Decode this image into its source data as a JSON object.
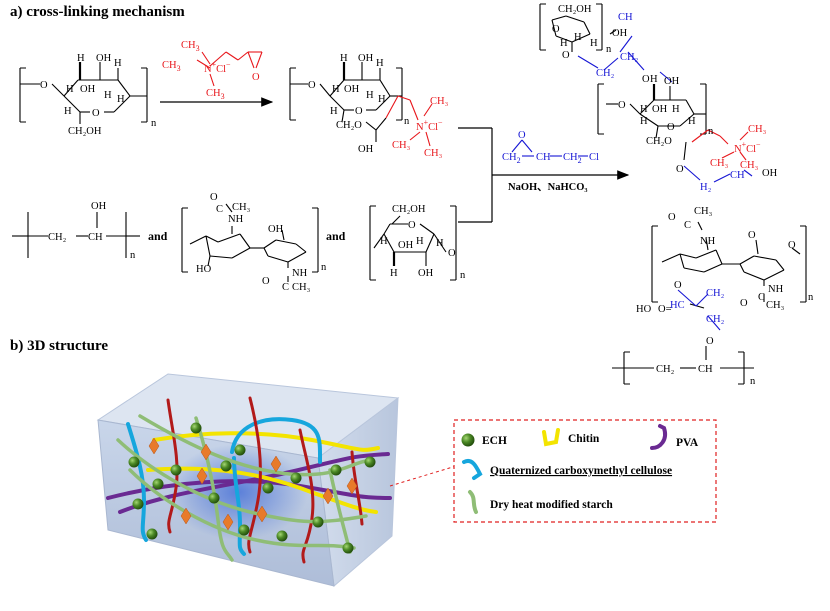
{
  "section_a": {
    "title": "a) cross-linking mechanism"
  },
  "section_b": {
    "title": "b) 3D structure"
  },
  "reagents": {
    "quat": {
      "ch3": "CH",
      "three": "3",
      "n": "N",
      "plus": "+",
      "cl": "Cl",
      "minus": "−",
      "o": "O"
    },
    "ech": {
      "ch2a": "CH",
      "two": "2",
      "ch": "CH",
      "ch2b": "CH",
      "cl": "Cl",
      "o": "O"
    },
    "conditions": "NaOH、NaHCO₃"
  },
  "labels": {
    "and": "and",
    "n": "n",
    "o": "O",
    "h": "H",
    "oh": "OH",
    "ch2oh": "CH₂OH",
    "ch2o": "CH₂O",
    "ho": "HO",
    "nh": "NH",
    "c": "C",
    "ch3": "CH₃",
    "ch2": "CH₂",
    "ch": "CH",
    "hc": "HC",
    "h2": "H₂",
    "o_dbl": "O="
  },
  "legend": {
    "ech": "ECH",
    "chitin": "Chitin",
    "pva": "PVA",
    "qcmc": "Quaternized carboxymethyl cellulose",
    "starch": "Dry heat modified starch"
  },
  "colors": {
    "red": "#e8161b",
    "blue": "#1515d4",
    "yellow": "#f3e400",
    "purple": "#6a2a92",
    "cyan": "#16a6dd",
    "green": "#8fbd76",
    "dark_red": "#b21a1a",
    "node": "#3e7a1e",
    "diamond": "#e87a2a",
    "legend_border": "#e02020"
  }
}
